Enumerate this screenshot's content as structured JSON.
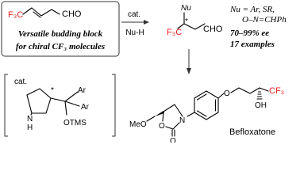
{
  "substrate": {
    "cf3_label": "F₃C",
    "cho_label": "CHO",
    "caption_line1": "Versatile budding block",
    "caption_line2": "for chiral CF₃ molecules"
  },
  "reaction_arrow": {
    "above_label": "cat.",
    "below_label": "Nu-H"
  },
  "product": {
    "nu_label": "Nu",
    "cf3_label": "F₃C",
    "cho_label": "CHO",
    "stereo_mark": "*"
  },
  "conditions": {
    "nu_scope_line1": "Nu = Ar, SR,",
    "nu_scope_line2": "O–N=CHPh",
    "ee_line": "70–99% ee",
    "examples_line": "17 examples"
  },
  "catalyst": {
    "cat_label": "cat.",
    "nh_label": "N",
    "h_label": "H",
    "ar1_label": "Ar",
    "ar2_label": "Ar",
    "otms_label": "OTMS",
    "stereo_mark": "*"
  },
  "befloxatone": {
    "name": "Befloxatone",
    "meo_label": "MeO",
    "o_ring_label": "O",
    "n_label": "N",
    "carbonyl_o_label": "O",
    "ether_o_label": "O",
    "oh_label": "OH",
    "cf3_label": "CF₃"
  },
  "colors": {
    "cf3_red": "#e8231f",
    "line_black": "#000000"
  }
}
